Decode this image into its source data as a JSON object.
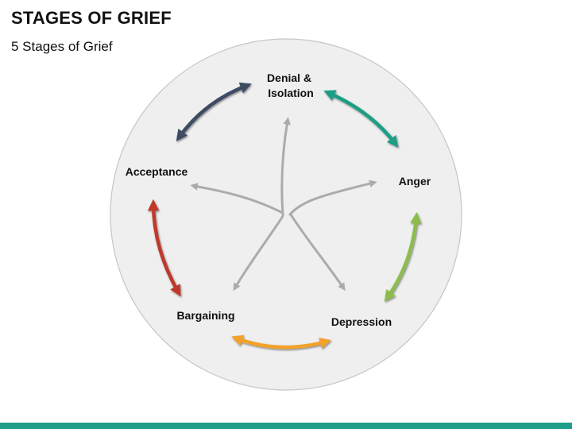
{
  "title": "STAGES OF GRIEF",
  "subtitle": "5 Stages of Grief",
  "colors": {
    "circle_fill": "#efefef",
    "circle_stroke": "#c6c6c6",
    "inner_arrows": "#ababab",
    "bottom_bar": "#1f9e89"
  },
  "stages": [
    {
      "label_lines": [
        "Denial &",
        "Isolation"
      ]
    },
    {
      "label_lines": [
        "Anger"
      ]
    },
    {
      "label_lines": [
        "Depression"
      ]
    },
    {
      "label_lines": [
        "Bargaining"
      ]
    },
    {
      "label_lines": [
        "Acceptance"
      ]
    }
  ],
  "cycle_arrows": [
    {
      "from": "Denial & Isolation",
      "to": "Anger",
      "color": "#1a9e85"
    },
    {
      "from": "Anger",
      "to": "Depression",
      "color": "#8cbd4c"
    },
    {
      "from": "Depression",
      "to": "Bargaining",
      "color": "#f2a12c"
    },
    {
      "from": "Bargaining",
      "to": "Acceptance",
      "color": "#c0392b"
    },
    {
      "from": "Acceptance",
      "to": "Denial & Isolation",
      "color": "#3d4b63"
    }
  ]
}
